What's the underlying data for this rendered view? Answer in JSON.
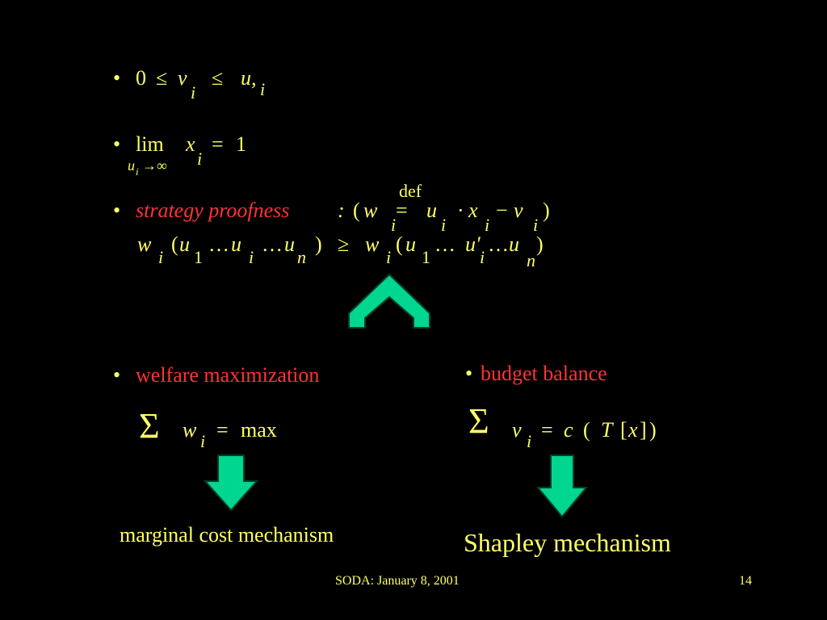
{
  "colors": {
    "background": "#000000",
    "text": "#ffff66",
    "highlight": "#ff3333",
    "arrow": "#00d68f",
    "arrow_outline": "#003f2a"
  },
  "bullet_char": "•",
  "line1": {
    "zero": "0",
    "le1": "≤",
    "v": "v",
    "i1": "i",
    "le2": "≤",
    "u": "u,",
    "i2": "i"
  },
  "line2": {
    "lim": "lim",
    "x": "x",
    "i": "i",
    "eq": "=",
    "one": "1",
    "sub_u": "u",
    "sub_i": "i",
    "sub_arrow": "→∞"
  },
  "line3": {
    "label": "strategy proofness",
    "colon": ":",
    "def": "def",
    "open": "(",
    "w": "w",
    "i_w": "i",
    "eq": "=",
    "u": "u",
    "i_u": "i",
    "dot": "·",
    "x": "x",
    "i_x": "i",
    "minus": "−",
    "v": "v",
    "i_v": "i",
    "close": ")"
  },
  "line4": {
    "w1": "w",
    "i1": "i",
    "p1": "(",
    "u1": "u",
    "s1": "1",
    "d1": "…",
    "ui": "u",
    "si": "i",
    "d2": "…",
    "un": "u",
    "sn": "n",
    "p2": ")",
    "ge": "≥",
    "w2": "w",
    "i2": "i",
    "p3": "(",
    "u2": "u",
    "s2": "1",
    "d3": "…",
    "upi": "u'",
    "spi": "i",
    "d4": "…",
    "un2": "u",
    "sn2": "n",
    "p4": ")"
  },
  "left": {
    "title": "welfare maximization",
    "sigma": "Σ",
    "w": "w",
    "i": "i",
    "eq": "=",
    "max": "max",
    "result": "marginal cost mechanism"
  },
  "right": {
    "title": "budget balance",
    "sigma": "Σ",
    "v": "v",
    "i": "i",
    "eq": "=",
    "c": "c",
    "open": "(",
    "T": "T",
    "bracket_open": "[",
    "x": "x",
    "bracket_close": "]",
    "close": ")",
    "result": "Shapley mechanism"
  },
  "footer": {
    "text": "SODA:  January 8, 2001",
    "page": "14"
  }
}
